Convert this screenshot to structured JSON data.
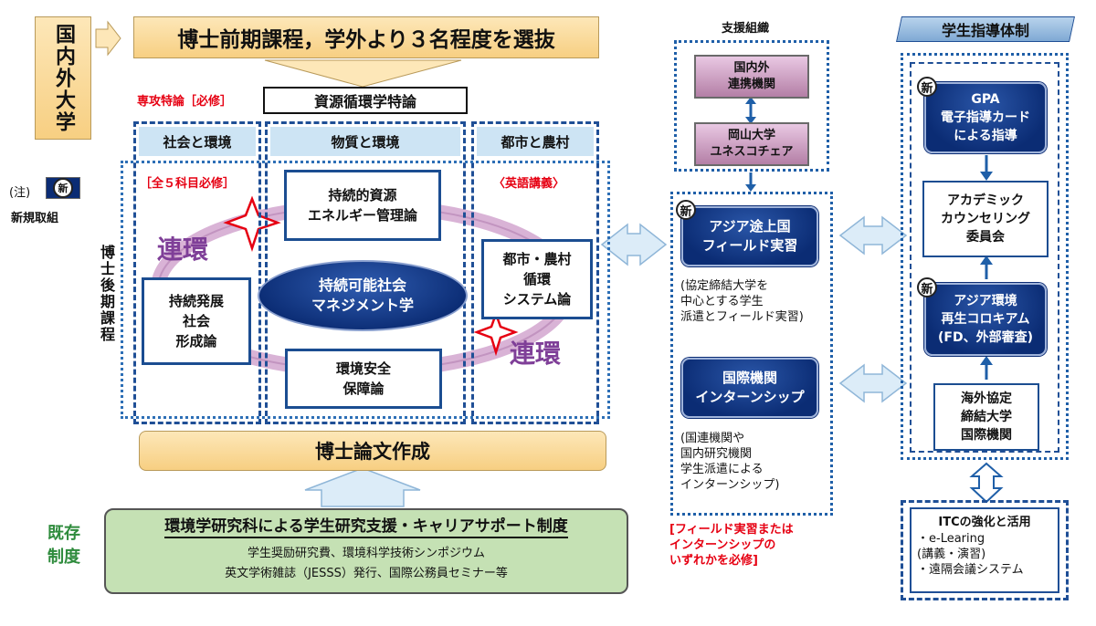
{
  "left_label": "国内外大学",
  "top_banner": "博士前期課程，学外より３名程度を選抜",
  "special_label": "専攻特論［必修］",
  "special_course": "資源循環学特論",
  "columns": [
    {
      "label": "社会と環境"
    },
    {
      "label": "物質と環境"
    },
    {
      "label": "都市と農村"
    }
  ],
  "required_all": "［全５科目必修］",
  "english_lecture": "〈英語講義〉",
  "legend_note": "(注)",
  "legend_new": "新",
  "legend_text": "新規取組",
  "doctoral_label": "博士後期課程",
  "renkan": "連環",
  "courses": {
    "sustainable_resource": "持続的資源\nエネルギー管理論",
    "central": "持続可能社会\nマネジメント学",
    "social_dev": "持続発展\n社会\n形成論",
    "safety": "環境安全\n保障論",
    "urban_rural": "都市・農村\n循環\nシステム論"
  },
  "thesis": "博士論文作成",
  "existing_label": "既存\n制度",
  "support_title": "環境学研究科による学生研究支援・キャリアサポート制度",
  "support_line1": "学生奨励研究費、環境科学技術シンポジウム",
  "support_line2": "英文学術雑誌（JESSS）発行、国際公務員セミナー等",
  "support_org_title": "支援組織",
  "support_orgs": [
    "国内外\n連携機関",
    "岡山大学\nユネスコチェア"
  ],
  "field_box": "アジア途上国\nフィールド実習",
  "field_note": "(協定締結大学を\n中心とする学生\n派遣とフィールド実習)",
  "intern_box": "国際機関\nインターンシップ",
  "intern_note": "(国連機関や\n国内研究機関\n学生派遣による\nインターンシップ)",
  "choice_note": "[フィールド実習または\nインターンシップの\nいずれかを必修]",
  "guidance_title": "学生指導体制",
  "gpa_box": "GPA\n電子指導カード\nによる指導",
  "academic_box": "アカデミック\nカウンセリング\n委員会",
  "colloquium_box": "アジア環境\n再生コロキアム\n(FD、外部審査)",
  "overseas_box": "海外協定\n締結大学\n国際機関",
  "itc_title": "ITCの強化と活用",
  "itc_items": [
    "・e-Learing\n(講義・演習)",
    "・遠隔会議システム"
  ],
  "colors": {
    "navy": "#0b2c74",
    "frame_blue": "#1f5fa8",
    "cream": "#f7cf82",
    "red": "#e60012",
    "purple": "#7f3f98",
    "green": "#2e8b3c",
    "arrow_light": "#dcecf8"
  }
}
